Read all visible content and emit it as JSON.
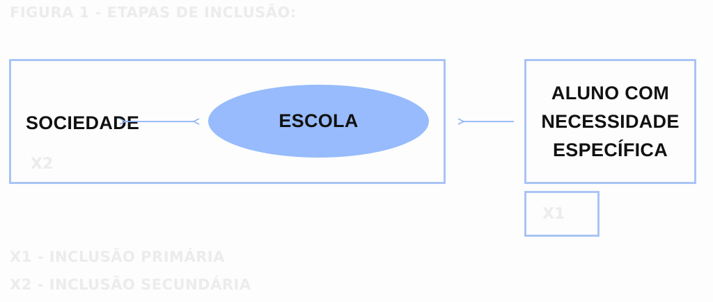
{
  "caption": "FIGURA 1 - ETAPAS DE INCLUSÃO:",
  "diagram": {
    "sociedade": "SOCIEDADE",
    "escola": "ESCOLA",
    "aluno": "ALUNO COM\nNECESSIDADE\nESPECÍFICA",
    "x1_tag": "X1",
    "x2_tag": "X2"
  },
  "legend": {
    "x1": "X1 - INCLUSÃO PRIMÁRIA",
    "x2": "X2 - INCLUSÃO SECUNDÁRIA"
  },
  "colors": {
    "box_border": "#a9c4f5",
    "ellipse_fill": "#97bbfc",
    "arrow": "#8fb3f5",
    "faint_text": "#ececec"
  }
}
